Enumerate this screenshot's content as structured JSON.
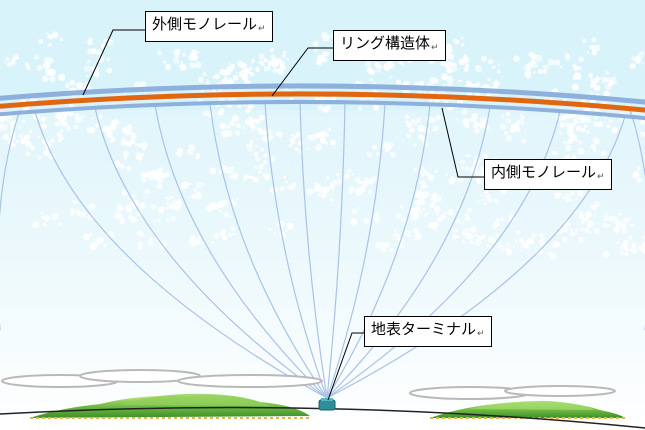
{
  "labels": {
    "outer_monorail": "外側モノレール",
    "ring_structure": "リング構造体",
    "inner_monorail": "内側モノレール",
    "ground_terminal": "地表ターミナル",
    "return_mark": "↵"
  },
  "colors": {
    "sky": "#d9f3fb",
    "cloud": "#ffffff",
    "outer_rail": "#8db0dc",
    "ring": "#e2650f",
    "inner_rail": "#8db0dc",
    "tether": "#a9c3e8",
    "hill": "#5fae3a",
    "hill_light": "#b6df7e",
    "ground_line": "#222222",
    "terminal": "#2e8f9a"
  }
}
